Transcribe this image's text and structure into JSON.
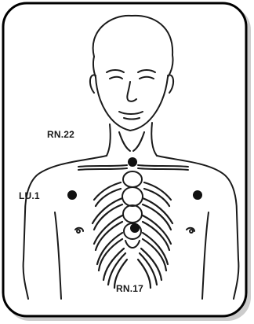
{
  "diagram": {
    "labels": {
      "rn22": "RN.22",
      "lu1": "LU.1",
      "rn17": "RN.17"
    },
    "colors": {
      "frame": "#000000",
      "line": "#1a1a1a",
      "point": "#111111",
      "background": "#ffffff"
    }
  }
}
